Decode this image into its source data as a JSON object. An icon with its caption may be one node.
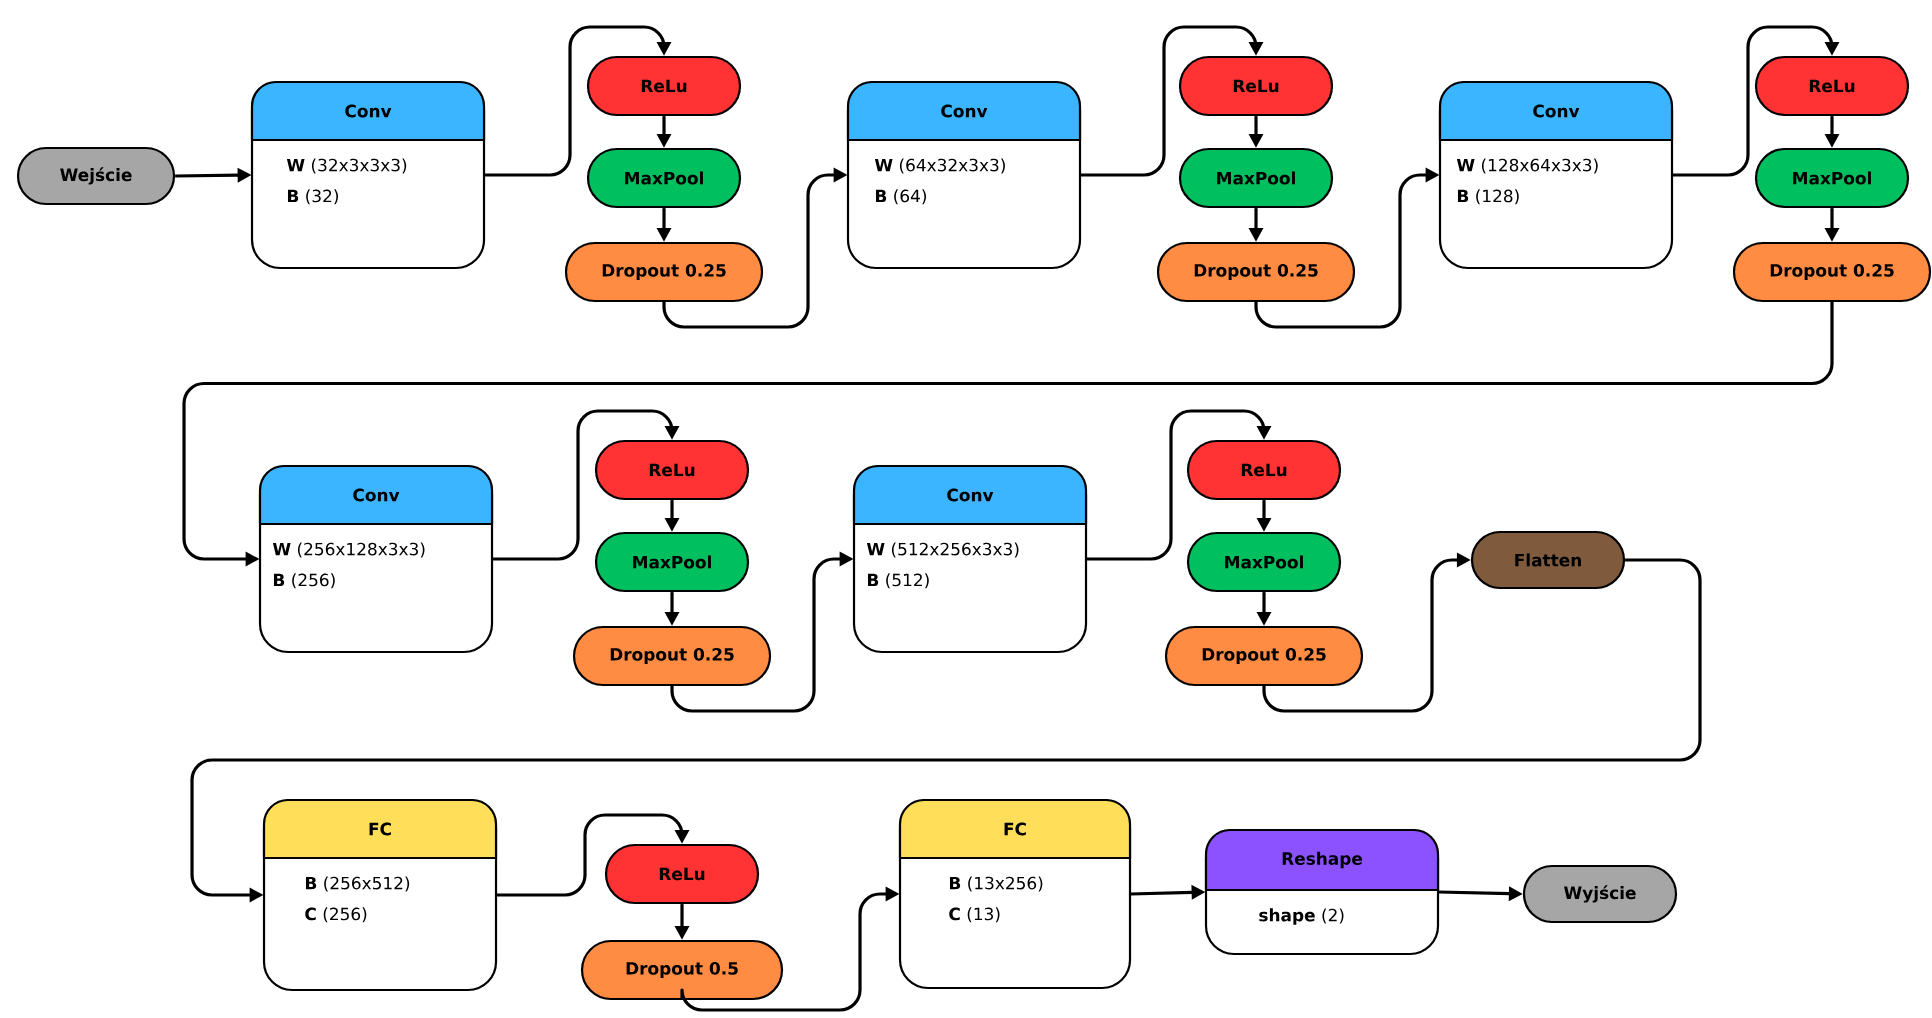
{
  "diagram": {
    "nodes": [
      {
        "text": [
          "Wejście"
        ]
      },
      {
        "text": [
          "Conv",
          "**W** (32x3x3x3)",
          "**B** (32)"
        ]
      },
      {
        "text": [
          "ReLu"
        ]
      },
      {
        "text": [
          "MaxPool"
        ]
      },
      {
        "text": [
          "Dropout 0.25"
        ]
      },
      {
        "text": [
          "Conv",
          "**W** (64x32x3x3)",
          "**B** (64)"
        ]
      },
      {
        "text": [
          "ReLu"
        ]
      },
      {
        "text": [
          "MaxPool"
        ]
      },
      {
        "text": [
          "Dropout 0.25"
        ]
      },
      {
        "text": [
          "Conv",
          "**W** (128x64x3x3)",
          "**B** (128)"
        ]
      },
      {
        "text": [
          "ReLu"
        ]
      },
      {
        "text": [
          "MaxPool"
        ]
      },
      {
        "text": [
          "Dropout 0.25"
        ]
      },
      {
        "text": [
          "Conv",
          "**W** (256x128x3x3)",
          "**B** (256)"
        ]
      },
      {
        "text": [
          "ReLu"
        ]
      },
      {
        "text": [
          "MaxPool"
        ]
      },
      {
        "text": [
          "Dropout 0.25"
        ]
      },
      {
        "text": [
          "Conv",
          "**W** (512x256x3x3)",
          "**B** (512)"
        ]
      },
      {
        "text": [
          "ReLu"
        ]
      },
      {
        "text": [
          "MaxPool"
        ]
      },
      {
        "text": [
          "Dropout 0.25"
        ]
      },
      {
        "text": [
          "Flatten"
        ]
      },
      {
        "text": [
          "FC",
          "**B** (256x512)",
          "**C** (256)"
        ]
      },
      {
        "text": [
          "ReLu"
        ]
      },
      {
        "text": [
          "Dropout 0.5"
        ]
      },
      {
        "text": [
          "FC",
          "**B** (13x256)",
          "**C** (13)"
        ]
      },
      {
        "text": [
          "Reshape",
          "**shape** (2)"
        ]
      },
      {
        "text": [
          "Wyjście"
        ]
      }
    ],
    "edges": [
      {
        "from": 0,
        "to": 1,
        "arrow": "to"
      },
      {
        "from": 1,
        "to": 2,
        "arrow": "to"
      },
      {
        "from": 2,
        "to": 3,
        "arrow": "to"
      },
      {
        "from": 3,
        "to": 4,
        "arrow": "to"
      },
      {
        "from": 4,
        "to": 5,
        "arrow": "to"
      },
      {
        "from": 5,
        "to": 6,
        "arrow": "to"
      },
      {
        "from": 6,
        "to": 7,
        "arrow": "to"
      },
      {
        "from": 7,
        "to": 8,
        "arrow": "to"
      },
      {
        "from": 8,
        "to": 9,
        "arrow": "to"
      },
      {
        "from": 9,
        "to": 10,
        "arrow": "to"
      },
      {
        "from": 10,
        "to": 11,
        "arrow": "to"
      },
      {
        "from": 11,
        "to": 12,
        "arrow": "to"
      },
      {
        "from": 12,
        "to": 13,
        "arrow": "to"
      },
      {
        "from": 13,
        "to": 14,
        "arrow": "to"
      },
      {
        "from": 14,
        "to": 15,
        "arrow": "to"
      },
      {
        "from": 15,
        "to": 16,
        "arrow": "to"
      },
      {
        "from": 16,
        "to": 17,
        "arrow": "to"
      },
      {
        "from": 17,
        "to": 18,
        "arrow": "to"
      },
      {
        "from": 18,
        "to": 19,
        "arrow": "to"
      },
      {
        "from": 19,
        "to": 20,
        "arrow": "to"
      },
      {
        "from": 20,
        "to": 21,
        "arrow": "to"
      },
      {
        "from": 21,
        "to": 22,
        "arrow": "to"
      },
      {
        "from": 22,
        "to": 23,
        "arrow": "to"
      },
      {
        "from": 23,
        "to": 24,
        "arrow": "to"
      },
      {
        "from": 24,
        "to": 25,
        "arrow": "to"
      },
      {
        "from": 25,
        "to": 26,
        "arrow": "to"
      },
      {
        "from": 26,
        "to": 27,
        "arrow": "to"
      }
    ]
  }
}
